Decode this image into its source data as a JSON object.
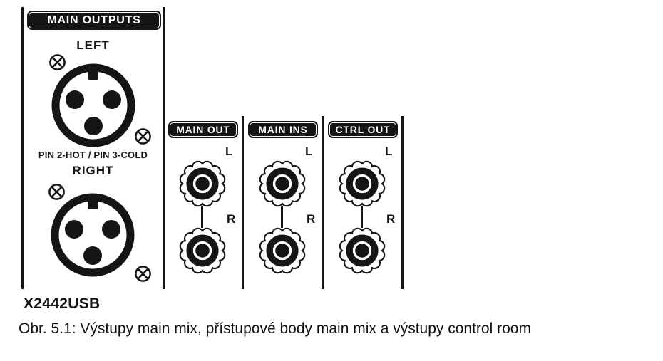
{
  "colors": {
    "ink": "#151515",
    "background": "#ffffff"
  },
  "panel": {
    "header": "MAIN OUTPUTS",
    "left_xlr_label": "LEFT",
    "pin_note": "PIN 2-HOT / PIN 3-COLD",
    "right_xlr_label": "RIGHT"
  },
  "jack_sections": [
    {
      "label": "MAIN OUT",
      "top_jack_label": "L",
      "bottom_jack_label": "R"
    },
    {
      "label": "MAIN INS",
      "top_jack_label": "L",
      "bottom_jack_label": "R"
    },
    {
      "label": "CTRL OUT",
      "top_jack_label": "L",
      "bottom_jack_label": "R"
    }
  ],
  "model": "X2442USB",
  "caption": "Obr. 5.1: Výstupy main mix, přístupové body main mix a výstupy control room"
}
